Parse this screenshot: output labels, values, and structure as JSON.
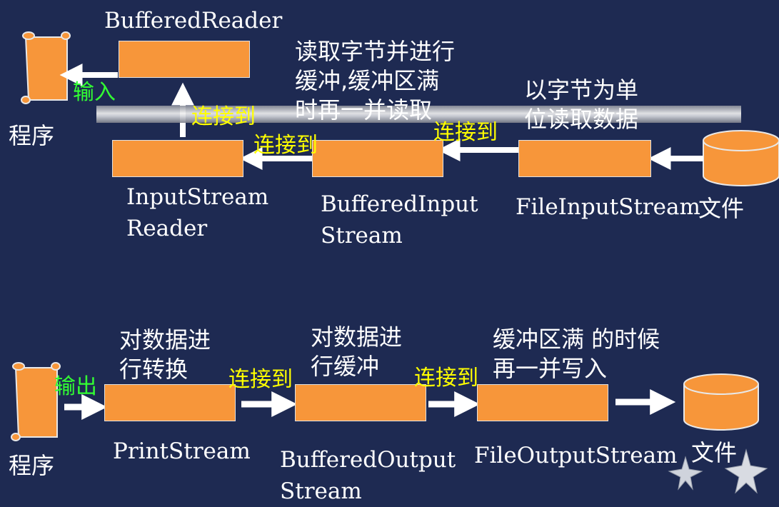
{
  "colors": {
    "background": "#1e2a52",
    "box": "#f7963a",
    "connector_label": "#ffff00",
    "io_label": "#33ff33",
    "text": "#ffffff"
  },
  "icons": {
    "program": "scroll-icon",
    "file": "cylinder-icon",
    "decor": "star-icon"
  },
  "top": {
    "program_label": "程序",
    "file_label": "文件",
    "io_label": "输入",
    "connector_label": "连接到",
    "classes": {
      "buffered_reader": "BufferedReader",
      "input_stream_reader_line1": "InputStream",
      "input_stream_reader_line2": "Reader",
      "buffered_input_stream_line1": "BufferedInput",
      "buffered_input_stream_line2": "Stream",
      "file_input_stream": "FileInputStream"
    },
    "desc_buffer_line1": "读取字节并进行",
    "desc_buffer_line2": "缓冲,缓冲区满",
    "desc_buffer_line3": "时再一并读取",
    "desc_file_line1": "以字节为单",
    "desc_file_line2": "位读取数据"
  },
  "bottom": {
    "program_label": "程序",
    "file_label": "文件",
    "io_label": "输出",
    "connector_label": "连接到",
    "classes": {
      "print_stream": "PrintStream",
      "buffered_output_stream_line1": "BufferedOutput",
      "buffered_output_stream_line2": "Stream",
      "file_output_stream": "FileOutputStream"
    },
    "desc_print_line1": "对数据进",
    "desc_print_line2": "行转换",
    "desc_buffer_line1": "对数据进",
    "desc_buffer_line2": "行缓冲",
    "desc_file_line1": "缓冲区满 的时候",
    "desc_file_line2": "再一并写入"
  }
}
